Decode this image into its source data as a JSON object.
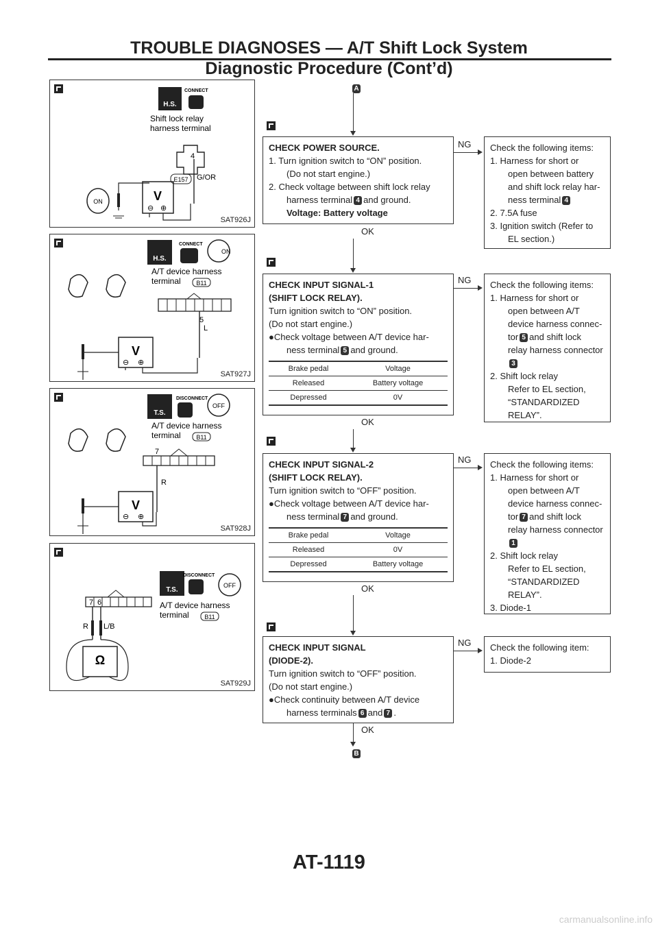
{
  "header": {
    "line1": "TROUBLE DIAGNOSES — A/T Shift Lock System",
    "line2": "Diagnostic Procedure (Cont’d)"
  },
  "footer": {
    "page": "AT-1119",
    "watermark": "carmanualsonline.info"
  },
  "figures": [
    {
      "code": "SAT926J",
      "label1": "Shift lock relay",
      "label2": "harness terminal",
      "mode": "CONNECT",
      "badge": "H.S.",
      "connector": "E157",
      "pin": "4",
      "wire": "G/OR",
      "meter": "V",
      "key": "ON"
    },
    {
      "code": "SAT927J",
      "label1": "A/T device harness",
      "label2": "terminal",
      "mode": "CONNECT",
      "badge": "H.S.",
      "connector": "B11",
      "pin": "5",
      "wire": "L",
      "meter": "V",
      "key": "ON"
    },
    {
      "code": "SAT928J",
      "label1": "A/T device harness",
      "label2": "terminal",
      "mode": "DISCONNECT",
      "badge": "T.S.",
      "connector": "B11",
      "pin": "7",
      "wire": "R",
      "meter": "V",
      "key": "OFF"
    },
    {
      "code": "SAT929J",
      "label1": "A/T device harness",
      "label2": "terminal",
      "mode": "DISCONNECT",
      "badge": "T.S.",
      "connector": "B11",
      "pin1": "7",
      "pin2": "6",
      "wire1": "R",
      "wire2": "L/B",
      "meter": "Ω",
      "key": "OFF"
    }
  ],
  "flow": {
    "start": "A",
    "end": "B",
    "ok": "OK",
    "ng": "NG",
    "steps": [
      {
        "title": "CHECK POWER SOURCE.",
        "l1": "1. Turn ignition switch to “ON” position.",
        "l2": "(Do not start engine.)",
        "l3": "2. Check voltage between shift lock relay",
        "l4a": "harness terminal",
        "l4n": "4",
        "l4b": "and ground.",
        "l5": "Voltage: Battery voltage",
        "ng_items": {
          "head": "Check the following items:",
          "a1": "1. Harness for short or",
          "a2": "open between battery",
          "a3": "and shift lock relay har-",
          "a4a": "ness terminal",
          "a4n": "4",
          "b": "2. 7.5A fuse",
          "c1": "3. Ignition switch (Refer to",
          "c2": "EL section.)"
        }
      },
      {
        "title": "CHECK INPUT SIGNAL-1",
        "title2": "(SHIFT LOCK RELAY).",
        "l1": "Turn ignition switch to “ON” position.",
        "l2": "(Do not start engine.)",
        "l3": "●Check voltage between A/T device har-",
        "l4a": "ness terminal",
        "l4n": "5",
        "l4b": "and ground.",
        "table": {
          "h1": "Brake pedal",
          "h2": "Voltage",
          "r1a": "Released",
          "r1b": "Battery voltage",
          "r2a": "Depressed",
          "r2b": "0V"
        },
        "ng_items": {
          "head": "Check the following items:",
          "a1": "1. Harness for short or",
          "a2": "open between A/T",
          "a3": "device harness connec-",
          "a4a": "tor",
          "a4n": "5",
          "a4b": "and shift lock",
          "a5": "relay harness connector",
          "a6n": "3",
          "b1": "2. Shift lock relay",
          "b2": "Refer to EL section,",
          "b3": "“STANDARDIZED",
          "b4": "RELAY”."
        }
      },
      {
        "title": "CHECK INPUT SIGNAL-2",
        "title2": "(SHIFT LOCK RELAY).",
        "l1": "Turn ignition switch to “OFF” position.",
        "l3": "●Check voltage between A/T device har-",
        "l4a": "ness terminal",
        "l4n": "7",
        "l4b": "and ground.",
        "table": {
          "h1": "Brake pedal",
          "h2": "Voltage",
          "r1a": "Released",
          "r1b": "0V",
          "r2a": "Depressed",
          "r2b": "Battery voltage"
        },
        "ng_items": {
          "head": "Check the following items:",
          "a1": "1. Harness for short or",
          "a2": "open between A/T",
          "a3": "device harness connec-",
          "a4a": "tor",
          "a4n": "7",
          "a4b": "and shift lock",
          "a5": "relay harness connector",
          "a6n": "1",
          "b1": "2. Shift lock relay",
          "b2": "Refer to EL section,",
          "b3": "“STANDARDIZED",
          "b4": "RELAY”.",
          "c": "3. Diode-1"
        }
      },
      {
        "title": "CHECK INPUT SIGNAL",
        "title2": "(DIODE-2).",
        "l1": "Turn ignition switch to “OFF” position.",
        "l2": "(Do not start engine.)",
        "l3": "●Check continuity between A/T device",
        "l4a": "harness terminals",
        "l4n": "6",
        "l4m": "and",
        "l4n2": "7",
        "l4b": ".",
        "ng_items": {
          "head": "Check the following item:",
          "a1": "1. Diode-2"
        }
      }
    ]
  }
}
